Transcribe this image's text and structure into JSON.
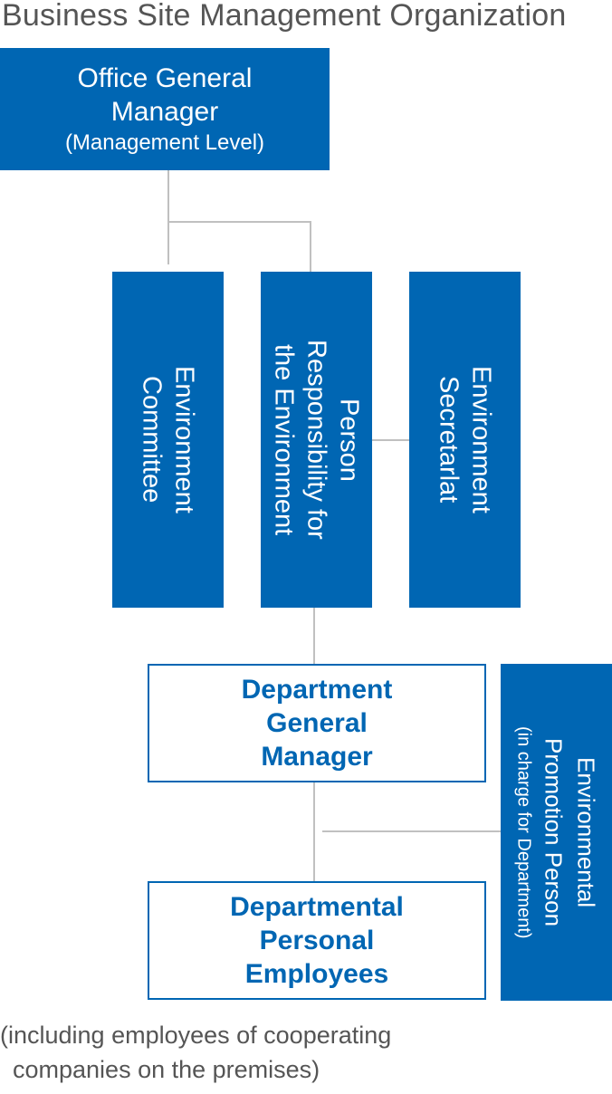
{
  "title": "Business Site Management Organization",
  "office_gm": {
    "line1": "Office General",
    "line2": "Manager",
    "line3": "(Management Level)"
  },
  "env_committee": {
    "line1": "Environment",
    "line2": "Committee"
  },
  "person_responsible": {
    "line1": "Person",
    "line2": "Responsibility for",
    "line3": "the Environment"
  },
  "env_secretariat": {
    "line1": "Environment",
    "line2": "Secretarlat"
  },
  "dept_gm": {
    "line1": "Department",
    "line2": "General",
    "line3": "Manager"
  },
  "dept_employees": {
    "line1": "Departmental",
    "line2": "Personal",
    "line3": "Employees"
  },
  "env_promotion": {
    "line1": "Environmental",
    "line2": "Promotion Person",
    "line3": "(in charge for Department)"
  },
  "footnote": {
    "line1": "(including employees of cooperating",
    "line2": "companies on the premises)"
  },
  "colors": {
    "brand_blue": "#0066b3",
    "connector_gray": "#c0c0c0",
    "title_gray": "#555555"
  }
}
